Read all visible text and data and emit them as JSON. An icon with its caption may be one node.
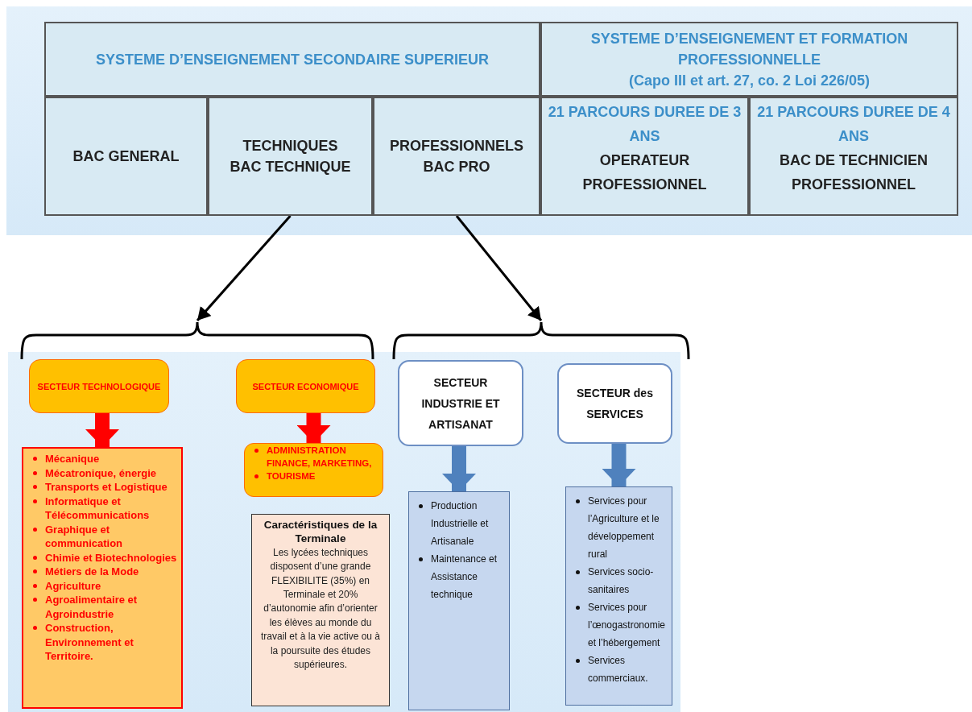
{
  "diagram": {
    "nodes": [
      {
        "text": [
          "SYSTEME D’ENSEIGNEMENT SECONDAIRE SUPERIEUR"
        ]
      },
      {
        "text": [
          "SYSTEME D’ENSEIGNEMENT ET FORMATION PROFESSIONNELLE",
          "(Capo III et art. 27, co. 2 Loi 226/05)"
        ]
      },
      {
        "text": [
          "BAC GENERAL"
        ]
      },
      {
        "text": [
          "TECHNIQUES",
          "BAC TECHNIQUE"
        ]
      },
      {
        "text": [
          "PROFESSIONNELS",
          "BAC PRO"
        ]
      },
      {
        "text": [
          "21 PARCOURS DUREE DE 3 ANS",
          "OPERATEUR PROFESSIONNEL"
        ]
      },
      {
        "text": [
          "21 PARCOURS DUREE DE 4 ANS",
          "BAC DE TECHNICIEN PROFESSIONNEL"
        ]
      },
      {
        "text": [],
        "shape": "brace"
      },
      {
        "text": [],
        "shape": "brace"
      },
      {
        "text": [
          "SECTEUR TECHNOLOGIQUE"
        ]
      },
      {
        "text": [
          "SECTEUR ECONOMIQUE"
        ]
      },
      {
        "text": [
          "Mécanique",
          "Mécatronique, énergie",
          "Transports et Logistique",
          "Informatique et Télécommunications",
          "Graphique et communication",
          "Chimie et Biotechnologies",
          "Métiers de la Mode",
          "Agriculture",
          "Agroalimentaire et Agroindustrie",
          "Construction, Environnement et Territoire."
        ]
      },
      {
        "text": [
          "ADMINISTRATION FINANCE, MARKETING,",
          "TOURISME"
        ]
      },
      {
        "text": [
          "Caractéristiques de la Terminale",
          "Les lycées techniques disposent d’une grande FLEXIBILITE (35%) en Terminale et 20% d’autonomie afin d’orienter les élèves au monde du travail et à la vie active ou à la poursuite des études supérieures."
        ]
      },
      {
        "text": [
          "SECTEUR INDUSTRIE ET ARTISANAT"
        ]
      },
      {
        "text": [
          "SECTEUR des SERVICES"
        ]
      },
      {
        "text": [
          "Production Industrielle et Artisanale",
          "Maintenance et Assistance technique"
        ]
      },
      {
        "text": [
          "Services pour l’Agriculture et le développement rural",
          "Services socio-sanitaires",
          "Services pour l’œnogastronomie et l’hébergement",
          "Services commerciaux."
        ]
      }
    ],
    "edges": [
      {
        "from": 3,
        "to": 7,
        "arrow": "to"
      },
      {
        "from": 4,
        "to": 8,
        "arrow": "to"
      },
      {
        "from": 9,
        "to": 11,
        "arrow": "to",
        "color": "#ff0000"
      },
      {
        "from": 10,
        "to": 12,
        "arrow": "to",
        "color": "#ff0000"
      },
      {
        "from": 14,
        "to": 16,
        "arrow": "to",
        "color": "#4f81bd"
      },
      {
        "from": 15,
        "to": 17,
        "arrow": "to",
        "color": "#4f81bd"
      }
    ]
  }
}
